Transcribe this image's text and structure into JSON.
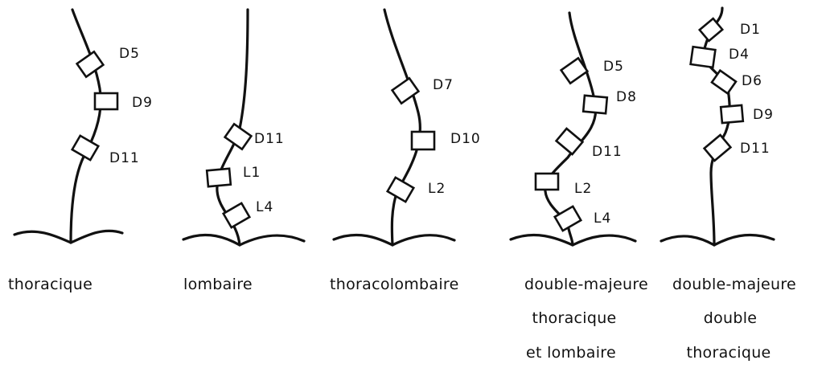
{
  "diagrams": [
    {
      "id": "thoracique",
      "vertebrae": [
        "D5",
        "D9",
        "D11"
      ],
      "caption": [
        "thoracique"
      ]
    },
    {
      "id": "lombaire",
      "vertebrae": [
        "D11",
        "L1",
        "L4"
      ],
      "caption": [
        "lombaire"
      ]
    },
    {
      "id": "thoracolombaire",
      "vertebrae": [
        "D7",
        "D10",
        "L2"
      ],
      "caption": [
        "thoracolombaire"
      ]
    },
    {
      "id": "double-majeure-thoracique-et-lombaire",
      "vertebrae": [
        "D5",
        "D8",
        "D11",
        "L2",
        "L4"
      ],
      "caption": [
        "double-majeure",
        "thoracique",
        "et lombaire"
      ]
    },
    {
      "id": "double-majeure-double-thoracique",
      "vertebrae": [
        "D1",
        "D4",
        "D6",
        "D9",
        "D11"
      ],
      "caption": [
        "double-majeure",
        "double",
        "thoracique"
      ]
    }
  ]
}
